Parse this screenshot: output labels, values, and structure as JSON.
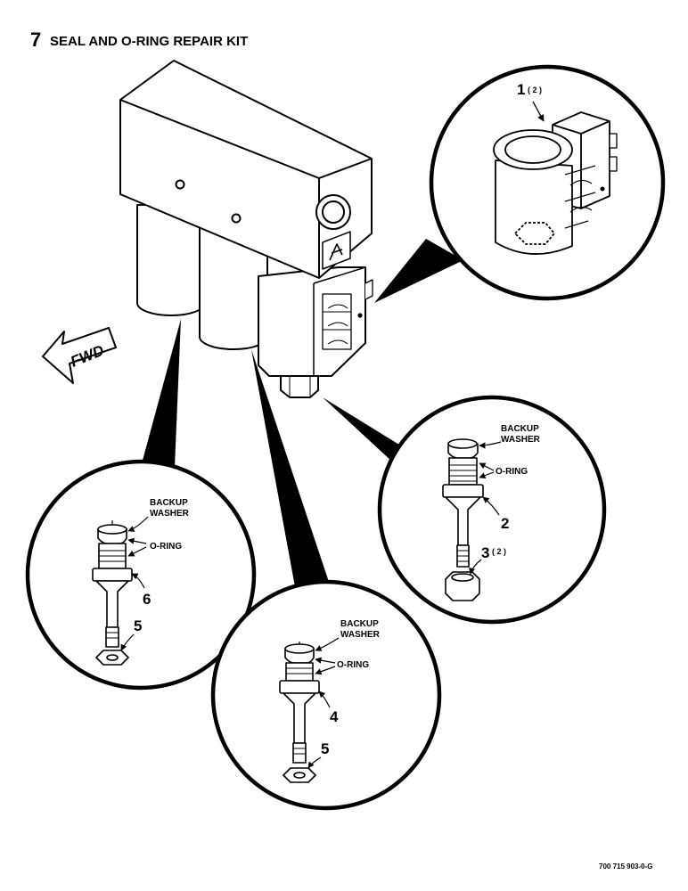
{
  "title": {
    "number": "7",
    "text": "SEAL AND O-RING REPAIR KIT"
  },
  "direction_label": "FWD",
  "drawing_number": "700 715 903-0-G",
  "callouts": {
    "top": {
      "item": "1",
      "qty": "( 2 )"
    },
    "right": {
      "backup": "BACKUP",
      "washer": "WASHER",
      "oring": "O-RING",
      "item": "2",
      "nut_item": "3",
      "nut_qty": "( 2 )"
    },
    "left": {
      "backup": "BACKUP",
      "washer": "WASHER",
      "oring": "O-RING",
      "item": "6",
      "nut_item": "5"
    },
    "bottom": {
      "backup": "BACKUP",
      "washer": "WASHER",
      "oring": "O-RING",
      "item": "4",
      "nut_item": "5"
    }
  },
  "colors": {
    "ink": "#000000",
    "paper": "#ffffff"
  }
}
